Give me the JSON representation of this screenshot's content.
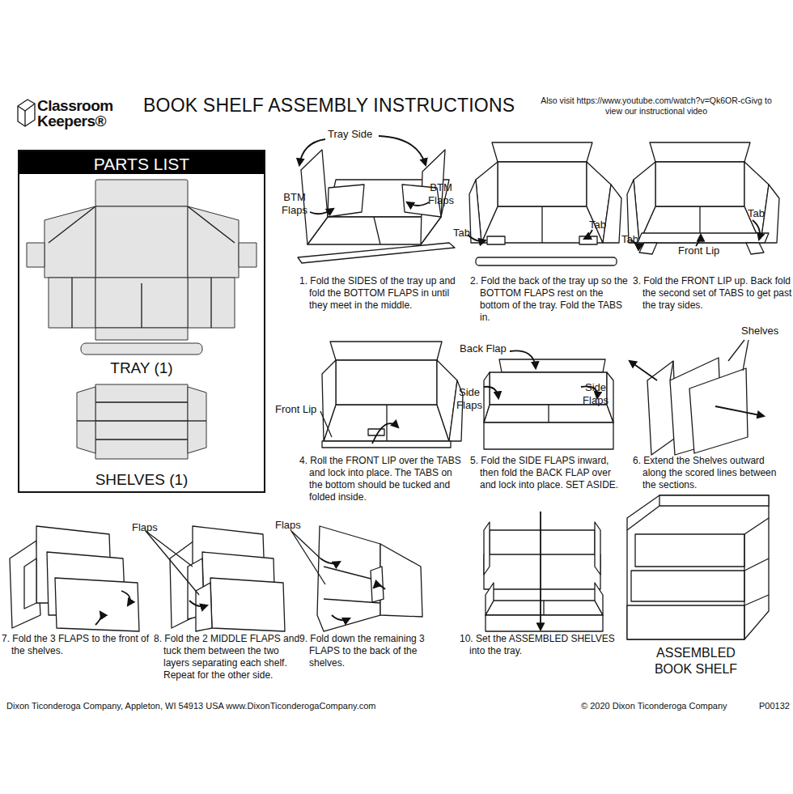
{
  "diagram": {
    "title": "BOOK SHELF ASSEMBLY INSTRUCTIONS",
    "nodes": [
      {
        "text": [
          "TRAY (1)",
          "SHELVES (1)"
        ]
      },
      {
        "text": [
          "PARTS LIST"
        ],
        "in": 0
      }
    ],
    "labels": [
      "Classroom",
      "Keepers®",
      "Also visit https://www.youtube.com/watch?v=Qk6OR-cGivg to view our instructional video",
      "Tray Side",
      "BTM Flaps",
      "BTM Flaps",
      "1. Fold the SIDES of the tray up and fold the BOTTOM FLAPS in until they meet in the middle.",
      "Tab",
      "Tab",
      "2. Fold the back of the tray up so the BOTTOM FLAPS rest on the bottom of the tray. Fold the TABS in.",
      "Tab",
      "Tab",
      "Front Lip",
      "3. Fold the FRONT LIP up. Back fold the second set of TABS to get past the tray sides.",
      "Front Lip",
      "4. Roll the FRONT LIP over the TABS and lock into place. The TABS on the bottom should be tucked and folded inside.",
      "Back Flap",
      "Side Flaps",
      "Side Flaps",
      "5. Fold the SIDE FLAPS inward, then fold the BACK FLAP over and lock into place. SET ASIDE.",
      "Shelves",
      "6. Extend the Shelves outward along the scored lines between the sections.",
      "7. Fold the 3 FLAPS to the front of the shelves.",
      "Flaps",
      "8. Fold the 2 MIDDLE FLAPS and tuck them between the two layers separating each shelf. Repeat for the other side.",
      "Flaps",
      "9. Fold down the remaining 3 FLAPS to the back of the shelves.",
      "10. Set the ASSEMBLED SHELVES into the tray.",
      "ASSEMBLED BOOK SHELF",
      "Dixon Ticonderoga Company, Appleton, WI 54913 USA www.DixonTiconderogaCompany.com",
      "© 2020 Dixon Ticonderoga Company",
      "P00132"
    ]
  }
}
